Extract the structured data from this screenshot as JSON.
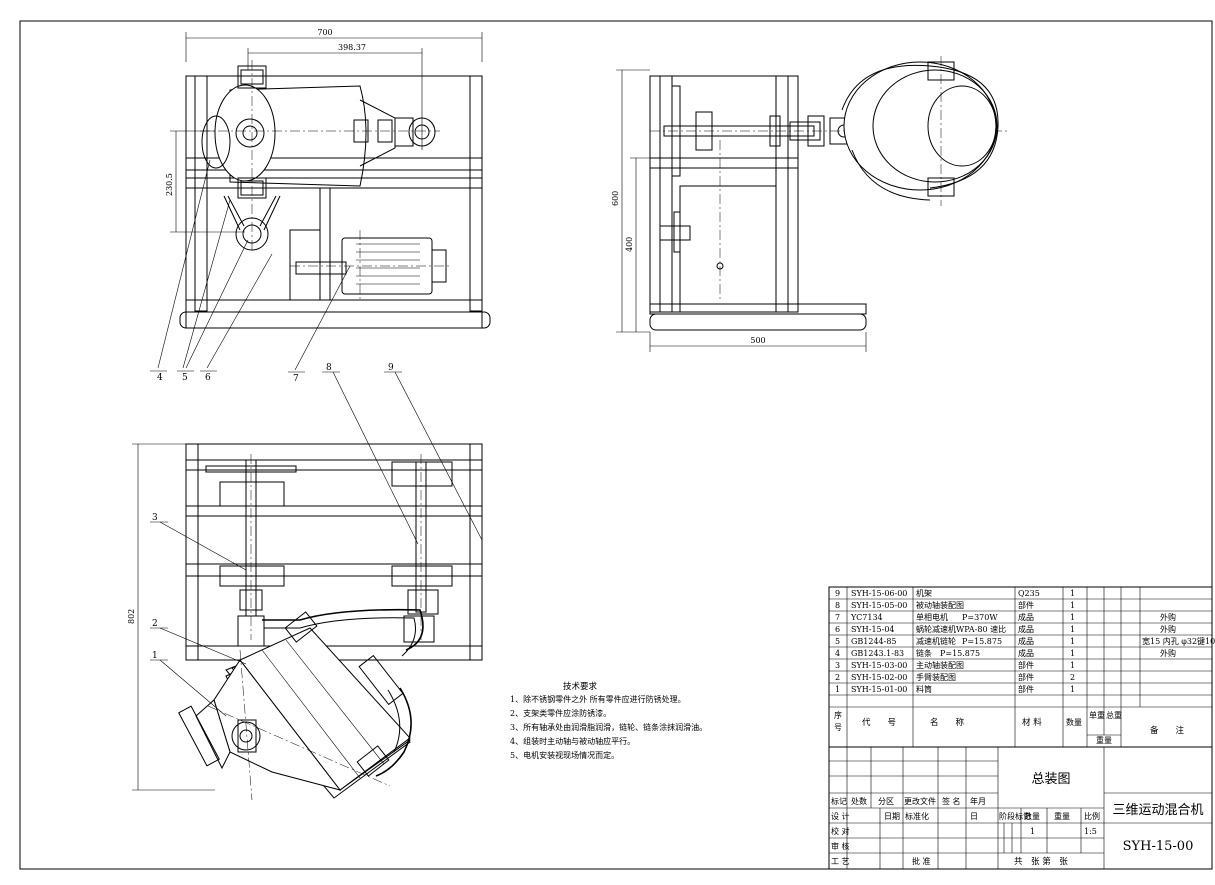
{
  "dimensions": {
    "front_width": "700",
    "front_offset": "398.37",
    "front_height": "230.5",
    "side_height": "600",
    "side_height2": "400",
    "side_width": "500",
    "plan_height": "802"
  },
  "leader_labels": [
    "4",
    "5",
    "6",
    "7",
    "8",
    "9",
    "3",
    "2",
    "1"
  ],
  "notes": {
    "title": "技术要求",
    "lines": [
      "1、除不锈钢零件之外 所有零件应进行防锈处理。",
      "2、支架类零件应涂防锈漆。",
      "3、所有轴承处由润滑脂润滑，链轮、链条涂抹润滑油。",
      "4、组装时主动轴与被动轴应平行。",
      "5、电机安装视现场情况而定。"
    ]
  },
  "bom": {
    "rows": [
      {
        "no": "9",
        "code": "SYH-15-06-00",
        "name": "机架",
        "name_extra": "",
        "material": "Q235",
        "qty": "1",
        "note": ""
      },
      {
        "no": "8",
        "code": "SYH-15-05-00",
        "name": "被动轴装配图",
        "name_extra": "",
        "material": "部件",
        "qty": "1",
        "note": ""
      },
      {
        "no": "7",
        "code": "YC7134",
        "name": "单相电机",
        "name_extra": "P=370W",
        "material": "成品",
        "qty": "1",
        "note": "外购"
      },
      {
        "no": "6",
        "code": "SYH-15-04",
        "name": "蜗轮减速机WPA-80 速比",
        "name_extra": "",
        "material": "成品",
        "qty": "1",
        "note": "外购"
      },
      {
        "no": "5",
        "code": "GB1244-85",
        "name": "减速机链轮",
        "name_extra": "P=15.875",
        "material": "成品",
        "qty": "1",
        "note": "宽15 内孔 φ32键10"
      },
      {
        "no": "4",
        "code": "GB1243.1-83",
        "name": "链条",
        "name_extra": "P=15.875",
        "material": "成品",
        "qty": "1",
        "note": "外购"
      },
      {
        "no": "3",
        "code": "SYH-15-03-00",
        "name": "主动轴装配图",
        "name_extra": "",
        "material": "部件",
        "qty": "1",
        "note": ""
      },
      {
        "no": "2",
        "code": "SYH-15-02-00",
        "name": "手臂装配图",
        "name_extra": "",
        "material": "部件",
        "qty": "2",
        "note": ""
      },
      {
        "no": "1",
        "code": "SYH-15-01-00",
        "name": "料筒",
        "name_extra": "",
        "material": "部件",
        "qty": "1",
        "note": ""
      }
    ],
    "header": {
      "no_a": "序",
      "no_b": "号",
      "code": "代　　号",
      "name": "名　　称",
      "material": "材 料",
      "qty": "数量",
      "unit_weight": "单重",
      "total_weight": "总重",
      "weight": "重量",
      "note": "备　　注"
    }
  },
  "title_block": {
    "drawing_name": "总装图",
    "product_name": "三维运动混合机",
    "drawing_no": "SYH-15-00",
    "row_labels": [
      "标记",
      "处数",
      "分区",
      "更改文件",
      "签 名",
      "年月"
    ],
    "day": "日",
    "design": "设 计",
    "date_sig": "日期",
    "standardize": "标准化",
    "check": "校 对",
    "review": "审 核",
    "process": "工 艺",
    "approve": "批 准",
    "stage": "阶段标记",
    "quantity": "数量",
    "weight": "重量",
    "scale": "比例",
    "qty_value": "1",
    "scale_value": "1:5",
    "sheets": "共　张 第　张"
  }
}
